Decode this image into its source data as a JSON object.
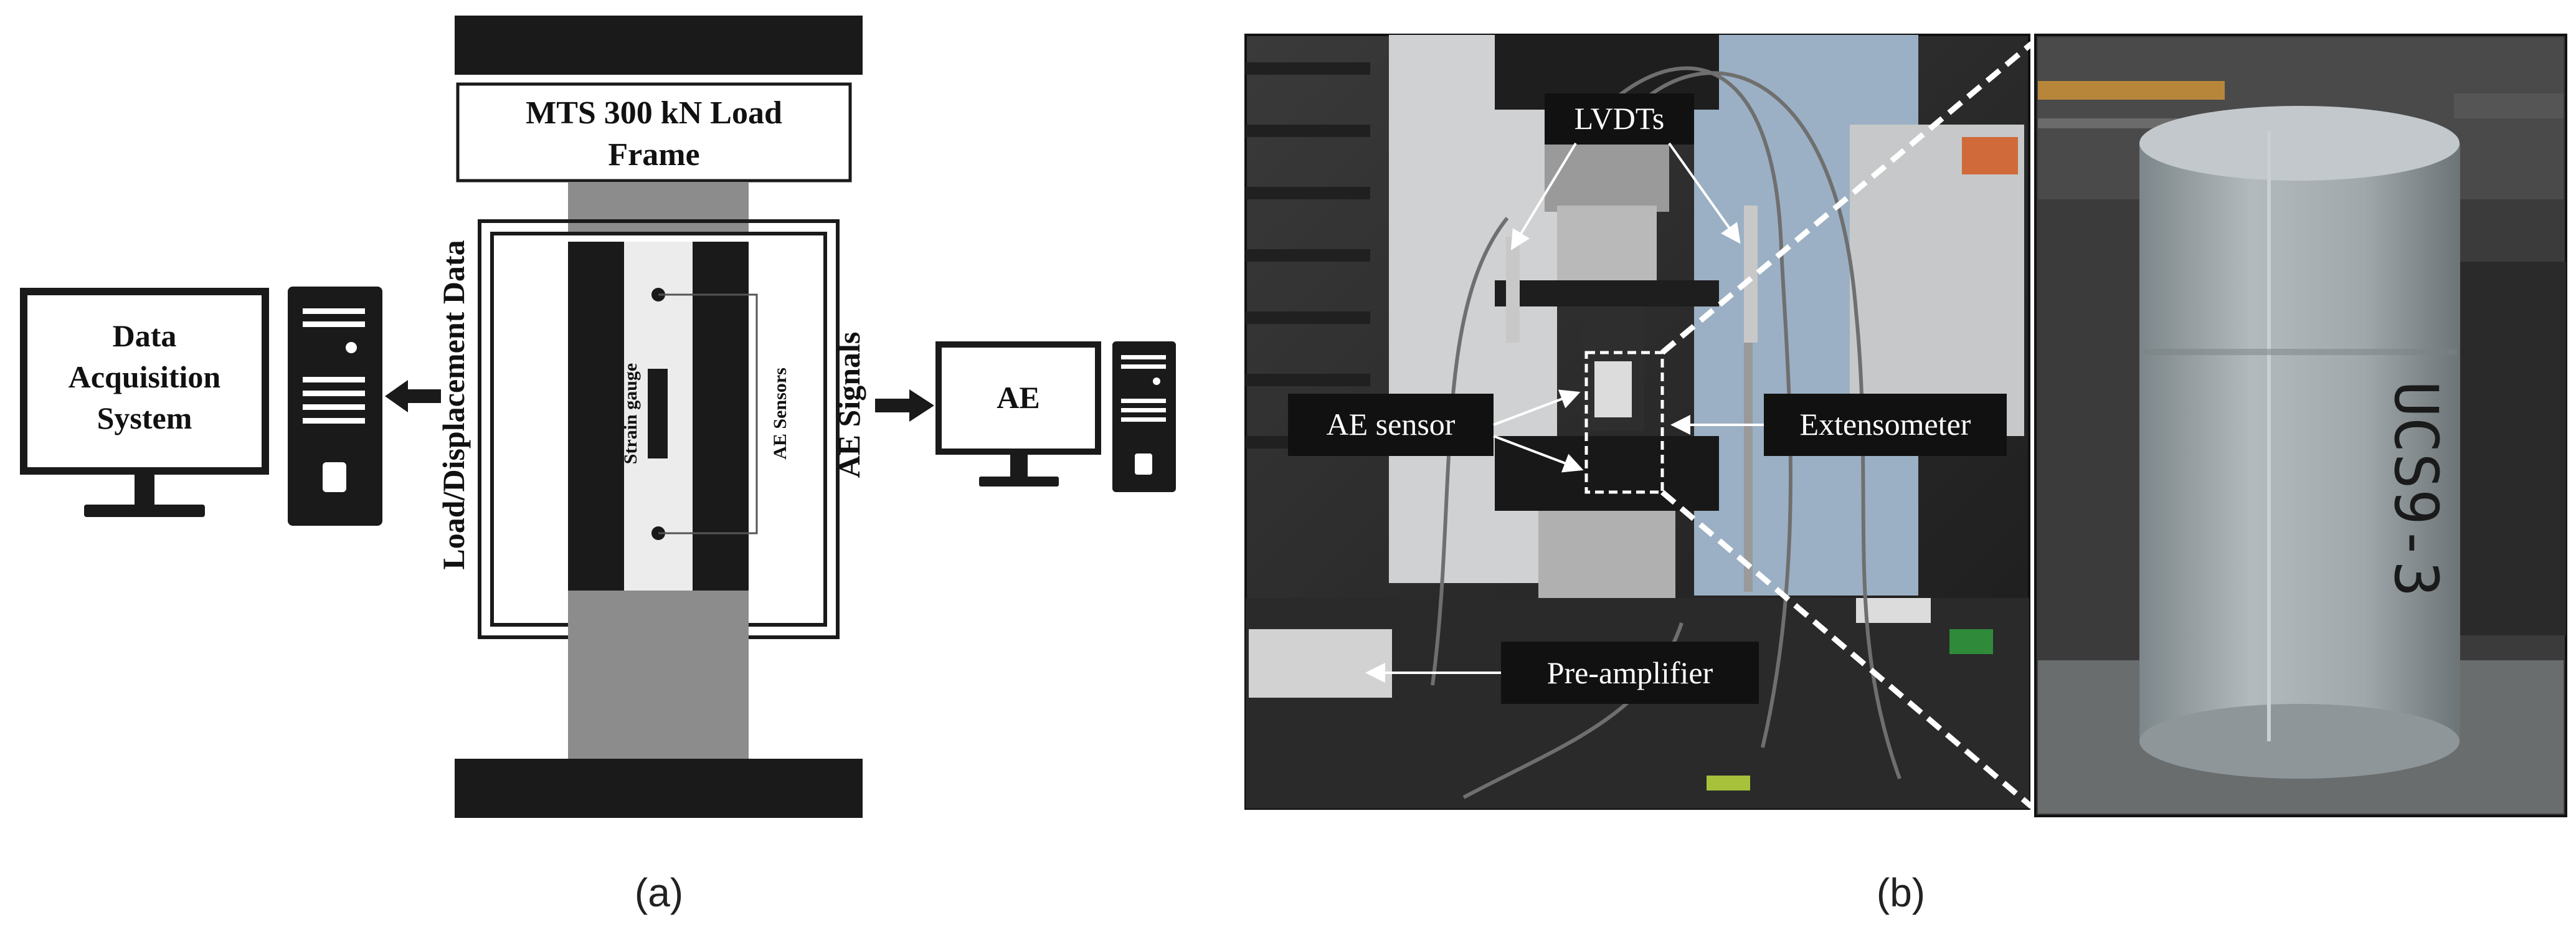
{
  "panel_a": {
    "frame_title_line1": "MTS 300 kN Load",
    "frame_title_line2": "Frame",
    "daq_line1": "Data",
    "daq_line2": "Acquisition",
    "daq_line3": "System",
    "load_label": "Load/Displacement Data",
    "ae_signals_label": "AE Signals",
    "ae_monitor_label": "AE",
    "strain_gauge_label": "Strain gauge",
    "ae_sensors_label": "AE Sensors",
    "caption": "(a)"
  },
  "panel_b": {
    "lvdts_label": "LVDTs",
    "ae_sensor_label": "AE sensor",
    "extensometer_label": "Extensometer",
    "preamp_label": "Pre-amplifier",
    "specimen_marking": "UCS9-3",
    "caption": "(b)"
  },
  "colors": {
    "black": "#1a1a1a",
    "platen_grey": "#8c8c8c",
    "specimen_light": "#ececec",
    "photo_dark": "#2b2b2b",
    "specimen_photo": "#9aa2a6"
  }
}
